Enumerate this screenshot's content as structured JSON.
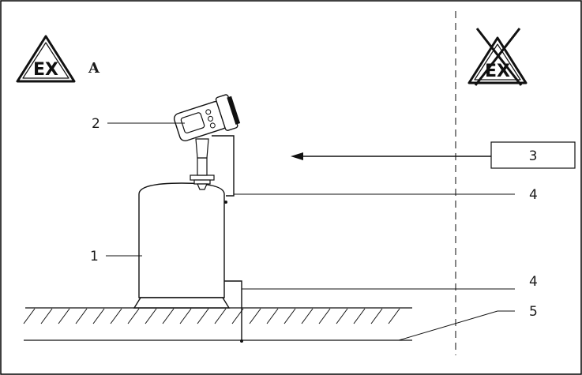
{
  "zone_label": "A",
  "ex_symbol_text": "EX",
  "callouts": {
    "tank": "1",
    "transmitter": "2",
    "box": "3",
    "ground_upper": "4",
    "ground_lower": "4",
    "earth": "5"
  },
  "colors": {
    "line": "#1a1a1a",
    "frame": "#000000",
    "background": "#ffffff"
  }
}
